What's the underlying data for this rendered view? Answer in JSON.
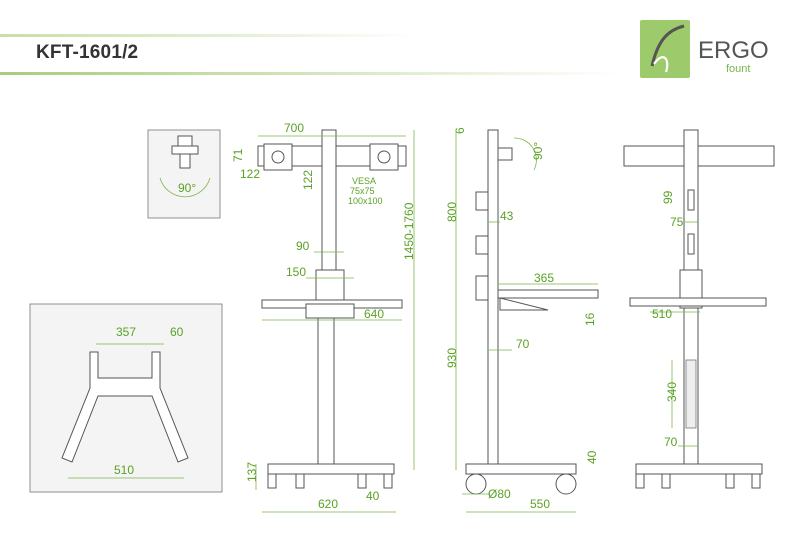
{
  "header": {
    "model": "KFT-1601/2",
    "brand": "ERGO",
    "brand_sub": "fount",
    "accent_color": "#5aa126",
    "logo_tile_color": "#9dcb6b"
  },
  "dimensions": {
    "arm_width": "700",
    "mount_height": "71",
    "mount_offset": "122",
    "mount_vertical": "122",
    "vesa_label": "VESA",
    "vesa_small": "75x75",
    "vesa_large": "100x100",
    "column_width": "90",
    "sleeve_width": "150",
    "shelf_width": "640",
    "height_range": "1450-1760",
    "base_height": "137",
    "base_width": "620",
    "caster_width": "40",
    "detail_rotation": "90°",
    "base_inner": "357",
    "base_leg": "60",
    "base_span": "510",
    "side_top_offset": "6",
    "side_rotation": "90°",
    "side_bracket": "43",
    "side_upper": "800",
    "side_shelf_depth": "365",
    "side_shelf_thickness": "16",
    "side_column": "70",
    "side_lower": "930",
    "side_caster_height": "40",
    "caster_diameter": "Ø80",
    "side_base_depth": "550",
    "back_slot_top": "99",
    "back_slot_mid": "75",
    "back_shelf": "510",
    "back_cable": "340",
    "back_column": "70"
  }
}
